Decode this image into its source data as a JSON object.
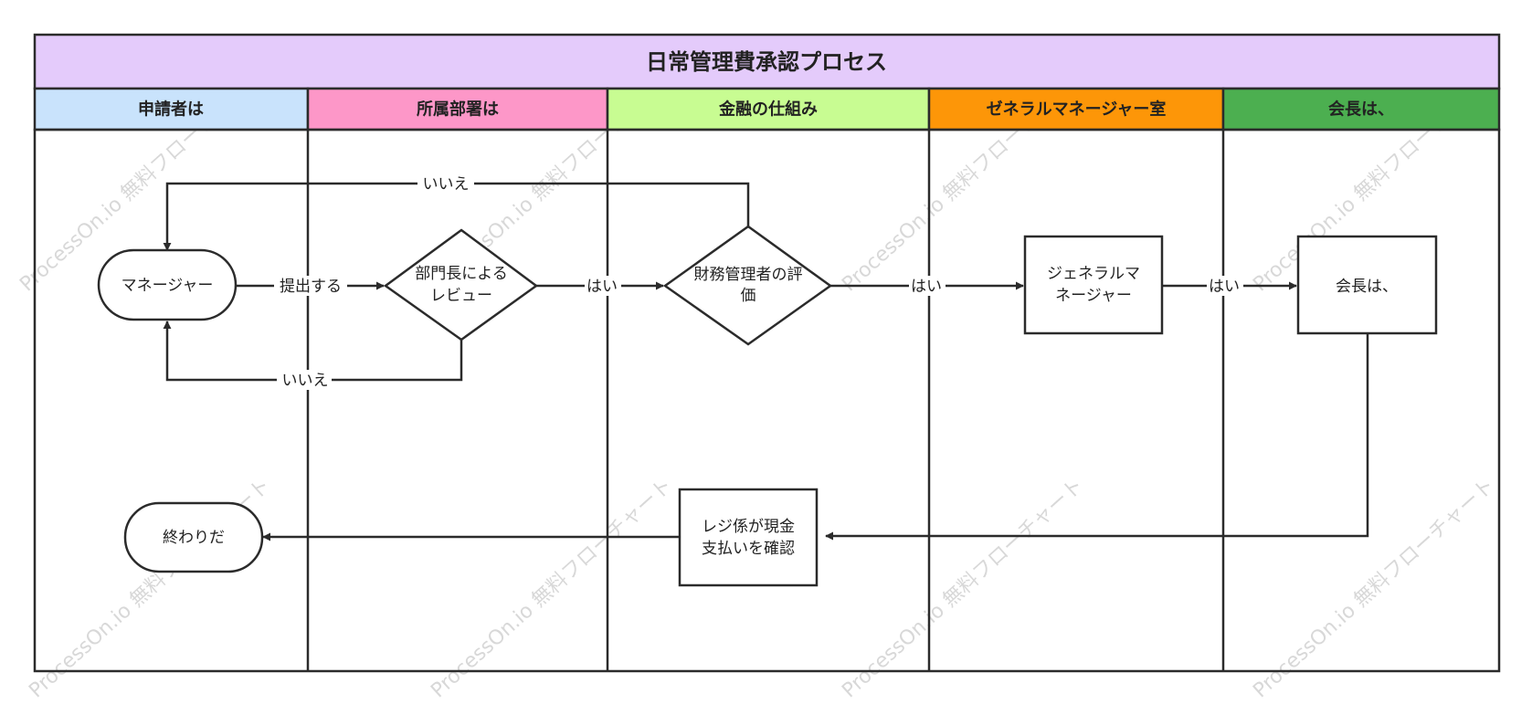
{
  "diagram": {
    "title": "日常管理費承認プロセス",
    "colors": {
      "title_bg": "#e4cbfb",
      "lane_applicant": "#c9e3fc",
      "lane_department": "#fd97c8",
      "lane_finance": "#c8fc92",
      "lane_gm_office": "#fd9608",
      "lane_chairman": "#4caf50",
      "line": "#2b2b2b"
    },
    "lanes": [
      {
        "id": "applicant",
        "label": "申請者は"
      },
      {
        "id": "department",
        "label": "所属部署は"
      },
      {
        "id": "finance",
        "label": "金融の仕組み"
      },
      {
        "id": "gm_office",
        "label": "ゼネラルマネージャー室"
      },
      {
        "id": "chairman",
        "label": "会長は、"
      }
    ],
    "nodes": {
      "manager": {
        "type": "terminator",
        "lines": [
          "マネージャー"
        ]
      },
      "dept_review": {
        "type": "decision",
        "lines": [
          "部門長による",
          "レビュー"
        ]
      },
      "finance_eval": {
        "type": "decision",
        "lines": [
          "財務管理者の評",
          "価"
        ]
      },
      "general_manager": {
        "type": "process",
        "lines": [
          "ジェネラルマ",
          "ネージャー"
        ]
      },
      "chairman": {
        "type": "process",
        "lines": [
          "会長は、"
        ]
      },
      "cashier": {
        "type": "process",
        "lines": [
          "レジ係が現金",
          "支払いを確認"
        ]
      },
      "end": {
        "type": "terminator",
        "lines": [
          "終わりだ"
        ]
      }
    },
    "edges": {
      "submit": "提出する",
      "dept_yes": "はい",
      "dept_no": "いいえ",
      "finance_yes": "はい",
      "finance_no": "いいえ",
      "gm_yes": "はい"
    },
    "watermark": "ProcessOn.io 無料フローチャート"
  }
}
